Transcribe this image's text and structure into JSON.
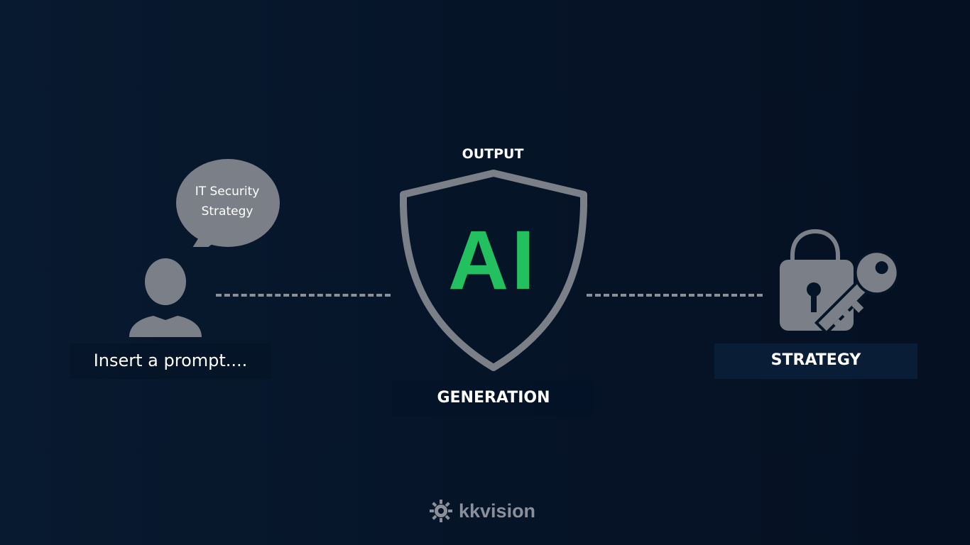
{
  "bubble": {
    "line1": "IT Security",
    "line2": "Strategy"
  },
  "prompt": {
    "text": "Insert a prompt...."
  },
  "output": {
    "label": "OUTPUT"
  },
  "shield": {
    "text": "AI"
  },
  "generation": {
    "label": "GENERATION"
  },
  "strategy": {
    "label": "STRATEGY"
  },
  "logo": {
    "text": "kkvision",
    "icon": "gear-sun-icon"
  },
  "icons": {
    "user": "user-icon",
    "bubble": "speech-bubble-icon",
    "shield": "shield-icon",
    "lock_key": "lock-key-icon"
  },
  "colors": {
    "background": "#061428",
    "icon_gray": "#7b7f87",
    "ai_green": "#23c060",
    "text_white": "#ffffff"
  }
}
